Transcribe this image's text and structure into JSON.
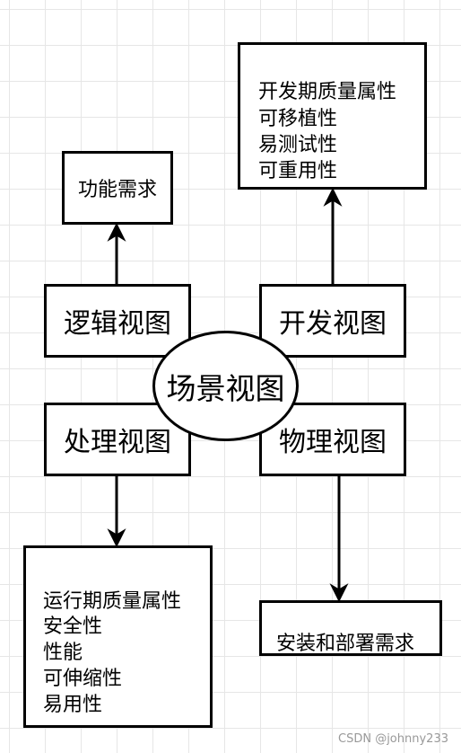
{
  "center": {
    "label": "场景视图"
  },
  "views": {
    "logical": "逻辑视图",
    "development": "开发视图",
    "process": "处理视图",
    "physical": "物理视图"
  },
  "notes": {
    "functional": {
      "label": "功能需求"
    },
    "development": {
      "title": "开发期质量属性",
      "items": [
        "可移植性",
        "易测试性",
        "可重用性"
      ]
    },
    "runtime": {
      "title": "运行期质量属性",
      "items": [
        "安全性",
        "性能",
        "可伸缩性",
        "易用性"
      ]
    },
    "deployment": {
      "label": "安装和部署需求"
    }
  },
  "watermark": "CSDN @johnny233"
}
